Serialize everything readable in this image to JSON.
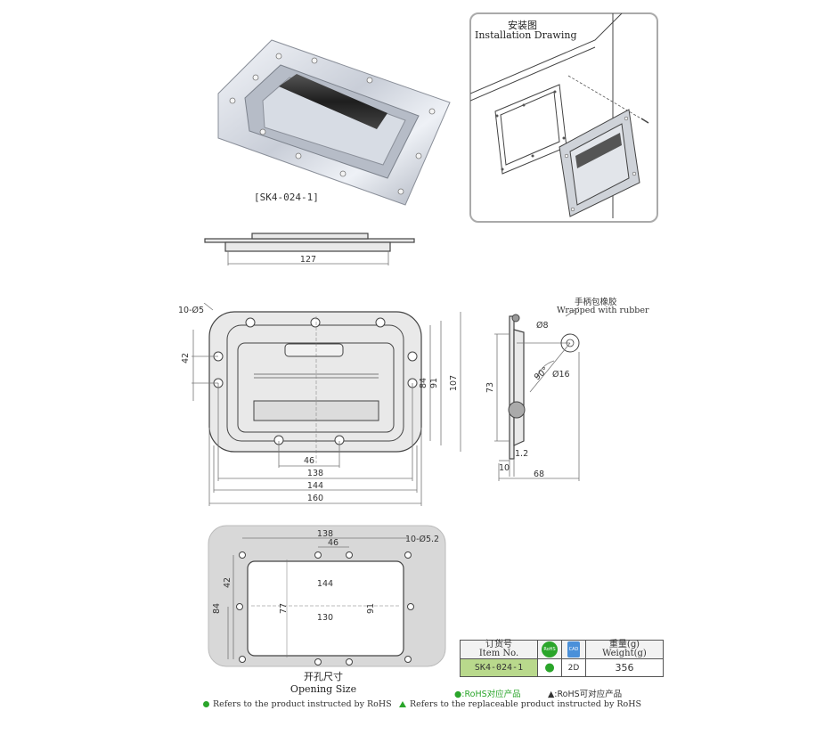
{
  "product_label": "[SK4-024-1]",
  "installation": {
    "title_cn": "安装图",
    "title_en": "Installation Drawing"
  },
  "side_view": {
    "dim_width": "127"
  },
  "front_view": {
    "hole_spec": "10-Ø5",
    "dims": {
      "d42": "42",
      "d84": "84",
      "d91": "91",
      "d107": "107",
      "d46": "46",
      "d138": "138",
      "d144": "144",
      "d160": "160"
    }
  },
  "profile_view": {
    "note_cn": "手柄包橡胶",
    "note_en": "Wrapped with rubber",
    "dims": {
      "d8": "Ø8",
      "d16": "Ø16",
      "angle": "90°",
      "d73": "73",
      "d1_2": "1.2",
      "d10": "10",
      "d68": "68"
    }
  },
  "opening": {
    "hole_spec": "10-Ø5.2",
    "title_cn": "开孔尺寸",
    "title_en": "Opening Size",
    "dims": {
      "d138": "138",
      "d46": "46",
      "d144": "144",
      "d130": "130",
      "d42": "42",
      "d84": "84",
      "d77": "77",
      "d91": "91"
    }
  },
  "table": {
    "headers": {
      "item_cn": "订货号",
      "item_en": "Item No.",
      "rohs_icon": "RoHS",
      "cad_icon": "CAD",
      "weight_cn": "重量(g)",
      "weight_en": "Weight(g)"
    },
    "row": {
      "item": "SK4-024-1",
      "rohs": "●",
      "cad": "2D",
      "weight": "356"
    }
  },
  "legend_cn": {
    "rohs": "●:RoHS对应产品",
    "replaceable": "▲:RoHS可对应产品"
  },
  "legend_en": {
    "rohs": "Refers to the product instructed by RoHS",
    "replaceable": "Refers to the replaceable product instructed by RoHS"
  },
  "colors": {
    "green": "#2aa52a",
    "item_bg": "#b9d98c",
    "plate_gray": "#d8d8d8"
  }
}
